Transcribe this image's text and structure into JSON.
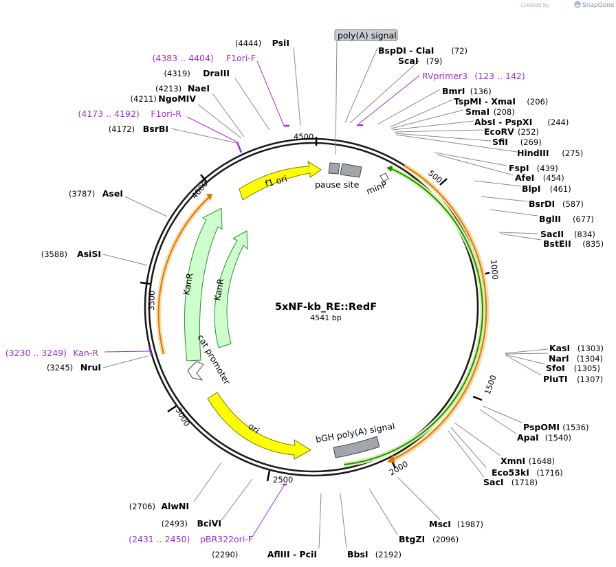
{
  "credit": {
    "created_by": "Created by",
    "app": "SnapGene",
    "logo_icon": "snapgene-logo-icon"
  },
  "plasmid": {
    "name": "5xNF-kb_RE::RedF",
    "length_label": "4541 bp",
    "length": 4541
  },
  "ticks": [
    "500",
    "1000",
    "1500",
    "2000",
    "2500",
    "3000",
    "3500",
    "4000",
    "4500"
  ],
  "enzymes": [
    {
      "name": "PsiI",
      "pos": "(4444)"
    },
    {
      "name": "DraIII",
      "pos": "(4319)"
    },
    {
      "name": "NaeI",
      "pos": "(4213)"
    },
    {
      "name": "NgoMIV",
      "pos": "(4211)"
    },
    {
      "name": "BsrBI",
      "pos": "(4172)"
    },
    {
      "name": "AseI",
      "pos": "(3787)"
    },
    {
      "name": "AsiSI",
      "pos": "(3588)"
    },
    {
      "name": "NruI",
      "pos": "(3245)"
    },
    {
      "name": "AlwNI",
      "pos": "(2706)"
    },
    {
      "name": "BciVI",
      "pos": "(2493)"
    },
    {
      "name": "AflIII - PciI",
      "pos": "(2290)"
    },
    {
      "name": "BbsI",
      "pos": "(2192)"
    },
    {
      "name": "BtgZI",
      "pos": "(2096)"
    },
    {
      "name": "MscI",
      "pos": "(1987)"
    },
    {
      "name": "SacI",
      "pos": "(1718)"
    },
    {
      "name": "Eco53kI",
      "pos": "(1716)"
    },
    {
      "name": "XmnI",
      "pos": "(1648)"
    },
    {
      "name": "ApaI",
      "pos": "(1540)"
    },
    {
      "name": "PspOMI",
      "pos": "(1536)"
    },
    {
      "name": "PluTI",
      "pos": "(1307)"
    },
    {
      "name": "SfoI",
      "pos": "(1305)"
    },
    {
      "name": "NarI",
      "pos": "(1304)"
    },
    {
      "name": "KasI",
      "pos": "(1303)"
    },
    {
      "name": "BstEII",
      "pos": "(835)"
    },
    {
      "name": "SacII",
      "pos": "(834)"
    },
    {
      "name": "BglII",
      "pos": "(677)"
    },
    {
      "name": "BsrDI",
      "pos": "(587)"
    },
    {
      "name": "BlpI",
      "pos": "(461)"
    },
    {
      "name": "AfeI",
      "pos": "(454)"
    },
    {
      "name": "FspI",
      "pos": "(439)"
    },
    {
      "name": "HindIII",
      "pos": "(275)"
    },
    {
      "name": "SfiI",
      "pos": "(269)"
    },
    {
      "name": "EcoRV",
      "pos": "(252)"
    },
    {
      "name": "AbsI - PspXI",
      "pos": "(244)"
    },
    {
      "name": "SmaI",
      "pos": "(208)"
    },
    {
      "name": "TspMI - XmaI",
      "pos": "(206)"
    },
    {
      "name": "BmrI",
      "pos": "(136)"
    },
    {
      "name": "ScaI",
      "pos": "(79)"
    },
    {
      "name": "BspDI - ClaI",
      "pos": "(72)"
    }
  ],
  "primers": [
    {
      "name": "F1ori-F",
      "range": "(4383 .. 4404)"
    },
    {
      "name": "F1ori-R",
      "range": "(4173 .. 4192)"
    },
    {
      "name": "Kan-R",
      "range": "(3230 .. 3249)"
    },
    {
      "name": "pBR322ori-F",
      "range": "(2431 .. 2450)"
    },
    {
      "name": "RVprimer3",
      "range": "(123 .. 142)"
    }
  ],
  "features": {
    "polyA_box": "poly(A) signal",
    "pause_site": "pause site",
    "minP": "minP",
    "f1_ori": "f1 ori",
    "kanR_outer": "KanR",
    "kanR_inner": "KanR",
    "cat_promoter": "cat promoter",
    "ori": "ori",
    "bgh": "bGH poly(A) signal"
  },
  "colors": {
    "backbone": "#1a1a1a",
    "f1_ori": "#ffff00",
    "ori": "#ffff00",
    "kanR": "#ccffcc",
    "kanR_stroke": "#2e8b2e",
    "signal": "#a0a6ab",
    "orange": "#e07800",
    "orange_halo": "#f6dca8",
    "green": "#1e8c00",
    "green_halo": "#d6f0b0",
    "primer": "#9b30d9",
    "credit": "#a8b4c2"
  }
}
